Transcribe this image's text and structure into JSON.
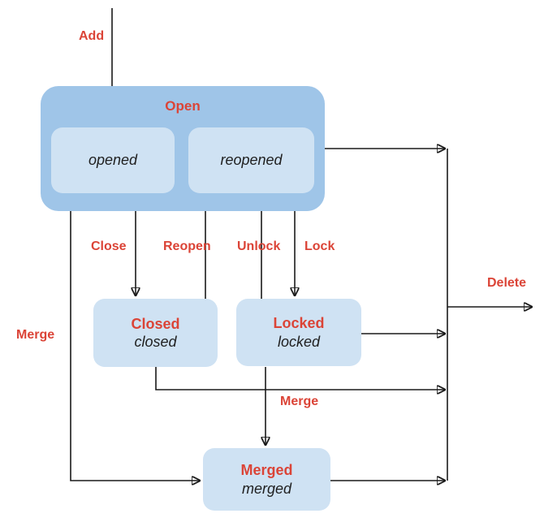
{
  "diagram": {
    "background": "#ffffff",
    "colors": {
      "group_fill": "#9fc5e8",
      "state_fill": "#cfe2f3",
      "label_red": "#db4437",
      "line": "#1a1a1a",
      "state_text": "#1f1f1f"
    },
    "states": {
      "open": {
        "label": "Open",
        "substates": {
          "opened": "opened",
          "reopened": "reopened"
        }
      },
      "closed": {
        "name": "Closed",
        "substate": "closed"
      },
      "locked": {
        "name": "Locked",
        "substate": "locked"
      },
      "merged": {
        "name": "Merged",
        "substate": "merged"
      }
    },
    "transitions": {
      "add": "Add",
      "close": "Close",
      "reopen": "Reopen",
      "unlock": "Unlock",
      "lock": "Lock",
      "merge_left": "Merge",
      "merge_bottom": "Merge",
      "delete": "Delete"
    }
  }
}
